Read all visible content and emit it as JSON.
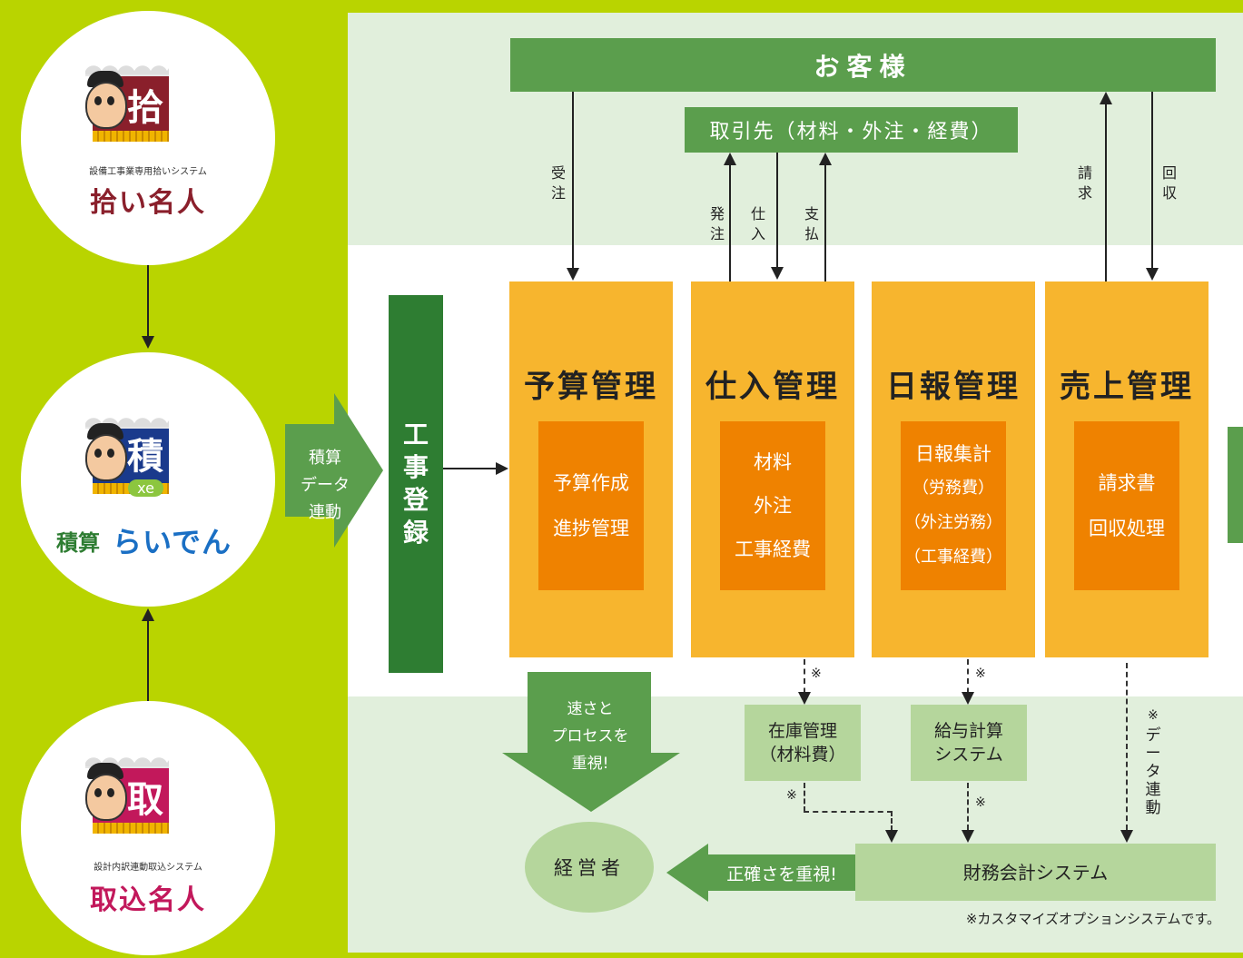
{
  "products": [
    {
      "badge_char": "拾",
      "subtitle": "設備工事業専用拾いシステム",
      "name": "拾い名人",
      "panel_color": "#8a1f2b",
      "name_color": "#8a1f2b"
    },
    {
      "badge_char": "積",
      "badge_tag": "xe",
      "name_prefix": "積算",
      "name": "らいでん",
      "panel_color": "#1a3a8c",
      "name_color": "#1a6fc4"
    },
    {
      "badge_char": "取",
      "subtitle": "設計内訳連動取込システム",
      "name": "取込名人",
      "panel_color": "#c2185b",
      "name_color": "#c2185b"
    }
  ],
  "big_arrow": {
    "lines": [
      "積算",
      "データ",
      "連動"
    ]
  },
  "koji_toroku": "工事登録",
  "customer": "お客様",
  "supplier": "取引先（材料・外注・経費）",
  "flow_labels": {
    "juchu": "受注",
    "hacchu": "発注",
    "shiire": "仕入",
    "shiharai": "支払",
    "seikyu": "請求",
    "kaishu": "回収"
  },
  "modules": [
    {
      "title": "予算管理",
      "items": [
        "予算作成",
        "進捗管理"
      ]
    },
    {
      "title": "仕入管理",
      "items": [
        "材料",
        "外注",
        "工事経費"
      ]
    },
    {
      "title": "日報管理",
      "items": [
        "日報集計",
        "（労務費）",
        "（外注労務）",
        "（工事経費）"
      ]
    },
    {
      "title": "売上管理",
      "items": [
        "請求書",
        "回収処理"
      ]
    }
  ],
  "sub_systems": {
    "zaiko": [
      "在庫管理",
      "（材料費）"
    ],
    "kyuyo": [
      "給与計算",
      "システム"
    ],
    "zaimu": "財務会計システム"
  },
  "asterisk": "※",
  "data_renkei": "データ連動",
  "speed_arrow": {
    "lines": [
      "速さと",
      "プロセスを",
      "重視!"
    ]
  },
  "keieisha": "経営者",
  "accuracy_arrow": "正確さを重視!",
  "footnote": "※カスタマイズオプションシステムです。",
  "colors": {
    "lime": "#b9d400",
    "green": "#5b9e4d",
    "dark_green": "#2e7d32",
    "orange_light": "#f7b52e",
    "orange": "#ef8200",
    "pale_green": "#b5d69c"
  }
}
